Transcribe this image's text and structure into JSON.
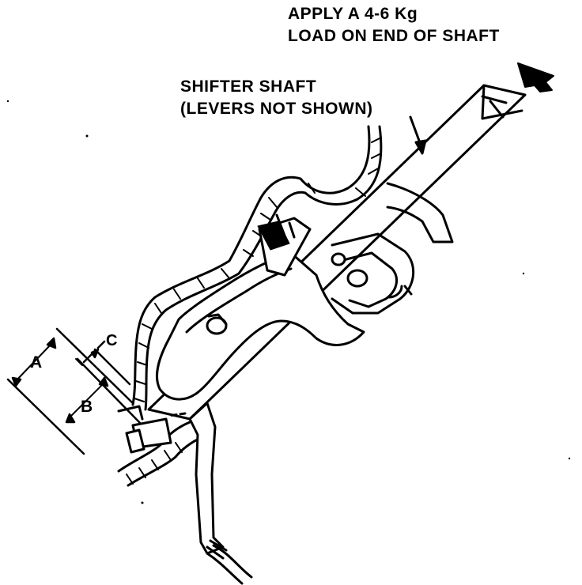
{
  "labels": {
    "apply_line1": "APPLY A 4-6 Kg",
    "apply_line2": "LOAD ON END OF SHAFT",
    "shaft_line1": "SHIFTER SHAFT",
    "shaft_line2": "(LEVERS NOT SHOWN)",
    "dim_a": "A",
    "dim_b": "B",
    "dim_c": "C"
  },
  "colors": {
    "ink": "#000000",
    "paper": "#ffffff"
  }
}
